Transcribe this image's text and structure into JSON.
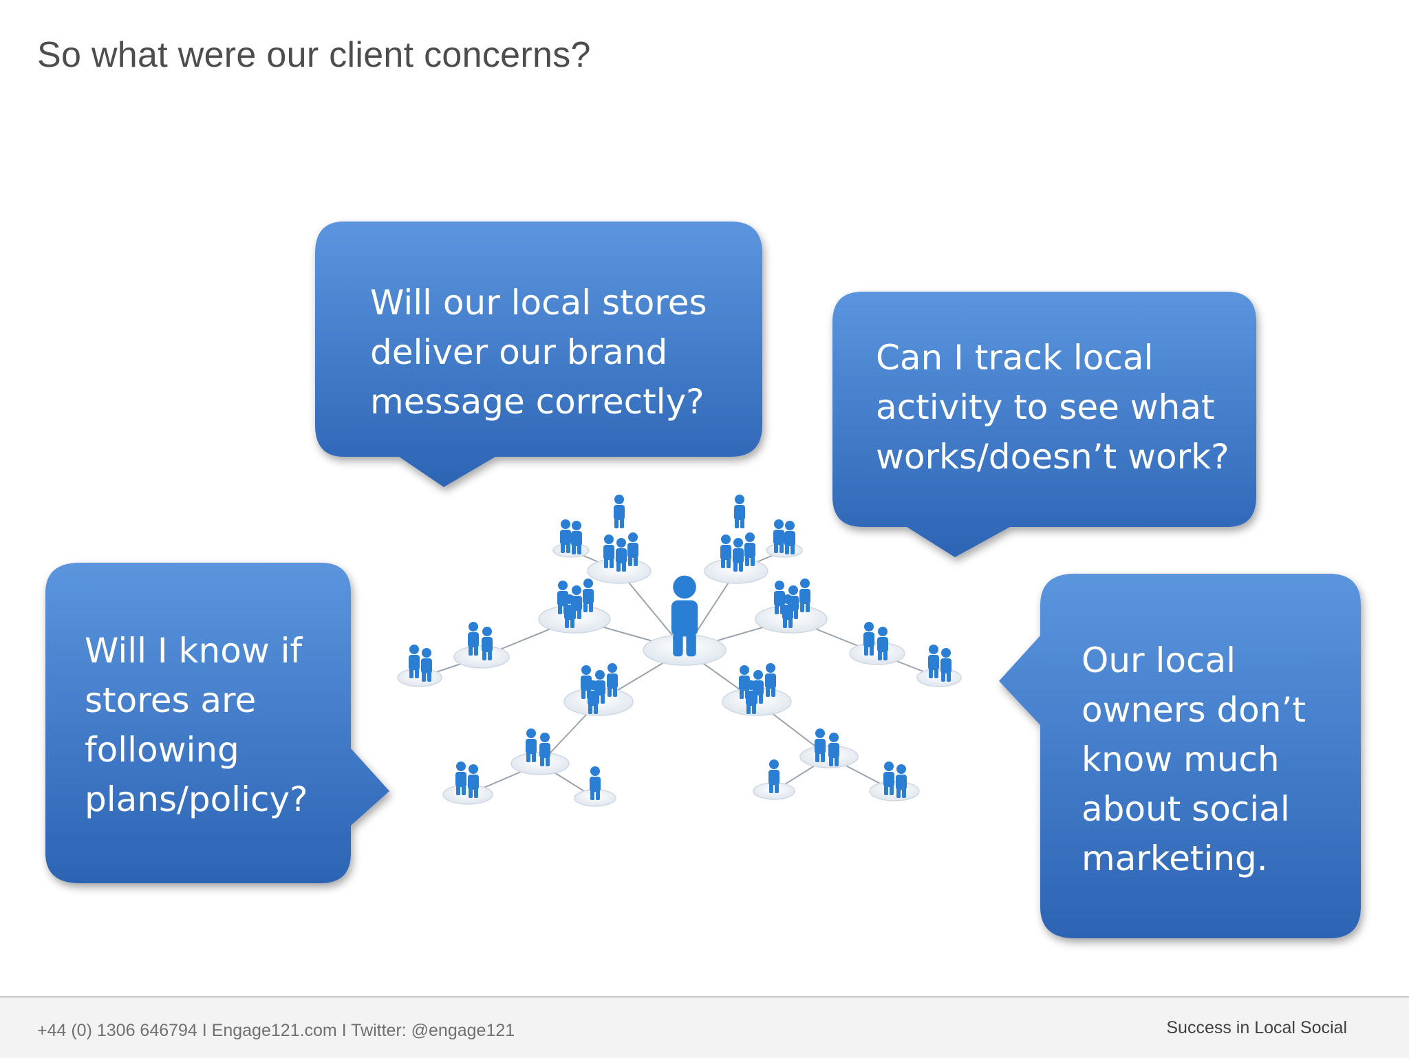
{
  "slide": {
    "title": "So what were our client concerns?"
  },
  "bubbles": {
    "top": "Will our local stores\ndeliver our brand\nmessage correctly?",
    "right_top": "Can I track local\nactivity to see what\nworks/doesn’t work?",
    "left": "Will I know if\nstores are\nfollowing\nplans/policy?",
    "right_bottom": "Our local\nowners don’t\nknow much\nabout social\nmarketing."
  },
  "footer": {
    "contact": "+44 (0) 1306 646794 I  Engage121.com   I  Twitter: @engage121",
    "tagline": "Success in Local Social"
  },
  "colors": {
    "bubble_top": "#5a93dc",
    "bubble_bottom": "#2f68b8",
    "people": "#2a7fd4"
  }
}
